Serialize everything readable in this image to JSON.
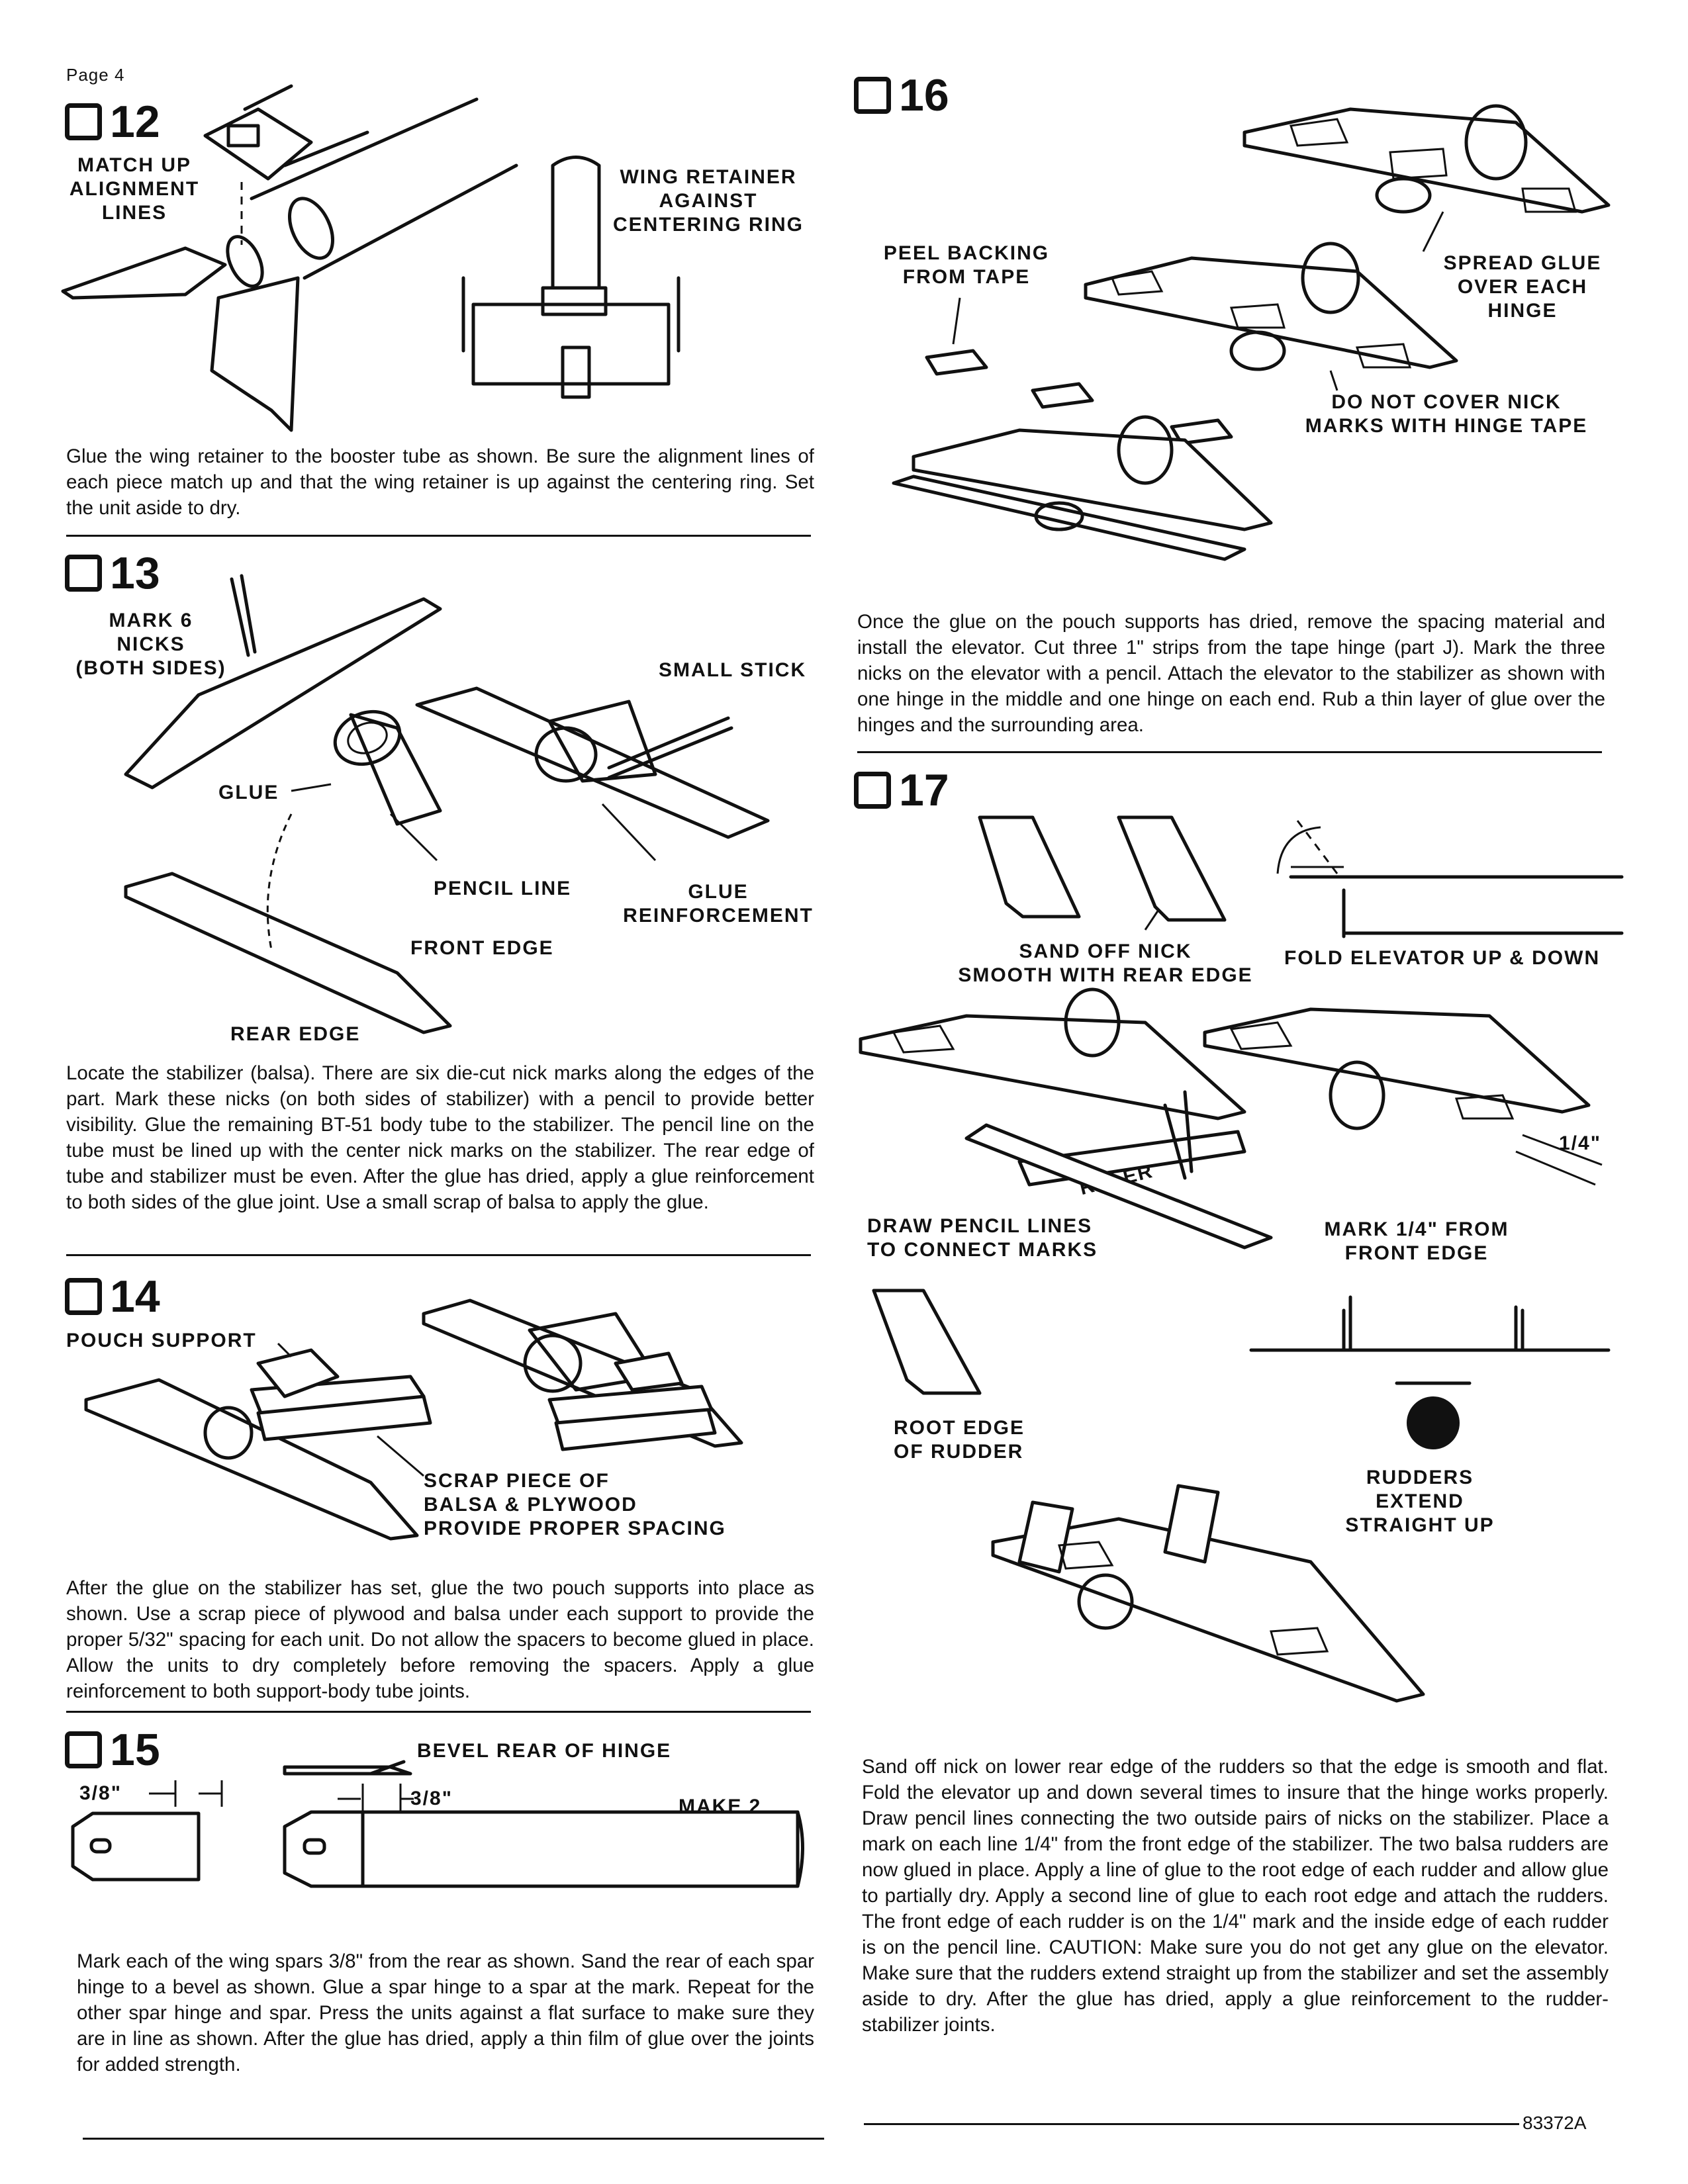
{
  "page": {
    "label": "Page 4",
    "doc_number": "83372A"
  },
  "step12": {
    "number": "12",
    "labels": {
      "alignment": "MATCH UP\nALIGNMENT\nLINES",
      "retainer": "WING RETAINER\nAGAINST\nCENTERING RING"
    },
    "text": "Glue the wing retainer to the booster tube as shown. Be sure the alignment lines of each piece match up and that the wing retainer is up against the centering ring. Set the unit aside to dry."
  },
  "step13": {
    "number": "13",
    "labels": {
      "mark": "MARK 6\nNICKS\n(BOTH SIDES)",
      "small_stick": "SMALL STICK",
      "glue": "GLUE",
      "pencil_line": "PENCIL LINE",
      "glue_reinf": "GLUE\nREINFORCEMENT",
      "front_edge": "FRONT EDGE",
      "rear_edge": "REAR EDGE"
    },
    "text": "Locate the stabilizer (balsa). There are six die-cut nick marks along the edges of the part. Mark these nicks (on both sides of stabilizer) with a pencil to provide better visibility. Glue the remaining BT-51 body tube to the stabilizer. The pencil line on the tube must be lined up with the center nick marks on the stabilizer. The rear edge of tube and stabilizer must be even. After the glue has dried, apply a glue reinforcement to both sides of the glue joint. Use a small scrap of balsa to apply the glue."
  },
  "step14": {
    "number": "14",
    "labels": {
      "pouch": "POUCH SUPPORT",
      "scrap": "SCRAP PIECE OF\nBALSA & PLYWOOD\nPROVIDE PROPER SPACING"
    },
    "text": "After the glue on the stabilizer has set, glue the two pouch supports into place as shown. Use a scrap piece of plywood and balsa under each support to provide the proper 5/32\" spacing for each unit. Do not allow the spacers to become glued in place. Allow the units to dry completely before removing the spacers. Apply a glue reinforcement to both support-body tube joints."
  },
  "step15": {
    "number": "15",
    "labels": {
      "dim_a": "3/8\"",
      "bevel": "BEVEL REAR OF HINGE",
      "dim_b": "3/8\"",
      "make2": "MAKE 2"
    },
    "text": "Mark each of the wing spars 3/8\" from the rear as shown. Sand the rear of each spar hinge to a bevel as shown. Glue a spar hinge to a spar at the mark. Repeat for the other spar hinge and spar. Press the units against a flat surface to make sure they are in line as shown. After the glue has dried, apply a thin film of glue over the joints for added strength."
  },
  "step16": {
    "number": "16",
    "labels": {
      "peel": "PEEL BACKING\nFROM TAPE",
      "spread": "SPREAD GLUE\nOVER EACH\nHINGE",
      "nocover": "DO NOT COVER NICK\nMARKS WITH HINGE TAPE"
    },
    "text": "Once the glue on the pouch supports has dried, remove the spacing material and install the elevator. Cut three 1\" strips from the tape hinge (part J). Mark the three nicks on the elevator with a pencil. Attach the elevator to the stabilizer as shown with one hinge in the middle and one hinge on each end. Rub a thin layer of glue over the hinges and the surrounding area."
  },
  "step17": {
    "number": "17",
    "labels": {
      "sand": "SAND OFF NICK\nSMOOTH WITH REAR EDGE",
      "fold": "FOLD ELEVATOR UP & DOWN",
      "ruler": "RULER",
      "quarter": "1/4\"",
      "draw": "DRAW PENCIL LINES\nTO CONNECT MARKS",
      "mark": "MARK 1/4\" FROM\nFRONT EDGE",
      "root": "ROOT EDGE\nOF RUDDER",
      "rudders": "RUDDERS EXTEND\nSTRAIGHT UP"
    },
    "text": "Sand off nick on lower rear edge of the rudders so that the edge is smooth and flat. Fold the elevator up and down several times to insure that the hinge works properly. Draw pencil lines connecting the two outside pairs of nicks on the stabilizer. Place a mark on each line 1/4\" from the front edge of the stabilizer. The two balsa rudders are now glued in place. Apply a line of glue to the root edge of each rudder and allow glue to partially dry. Apply a second line of glue to each root edge and attach the rudders. The front edge of each rudder is on the 1/4\" mark and the inside edge of each rudder is on the pencil line. CAUTION: Make sure you do not get any glue on the elevator. Make sure that the rudders extend straight up from the stabilizer and set the assembly aside to dry. After the glue has dried, apply a glue reinforcement to the rudder-stabilizer joints."
  }
}
